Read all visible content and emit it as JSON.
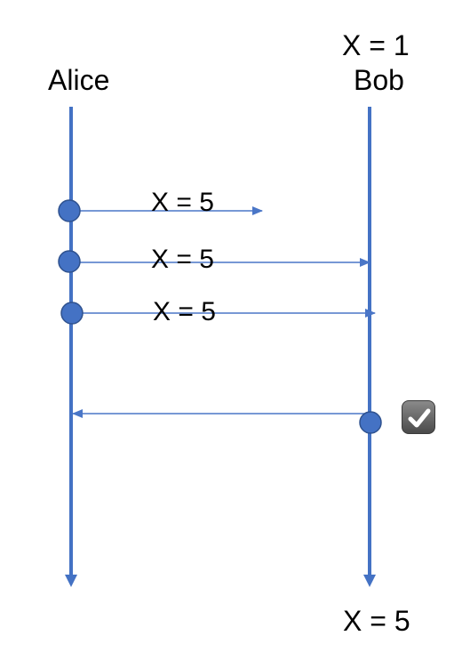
{
  "participants": {
    "alice": {
      "name": "Alice"
    },
    "bob": {
      "name": "Bob",
      "initial_state": "X = 1",
      "final_state": "X = 5"
    }
  },
  "messages": [
    {
      "label": "X = 5",
      "from": "Alice",
      "to": "Bob",
      "status": "dropped"
    },
    {
      "label": "X = 5",
      "from": "Alice",
      "to": "Bob",
      "status": "delivered"
    },
    {
      "label": "X = 5",
      "from": "Alice",
      "to": "Bob",
      "status": "delivered"
    },
    {
      "label": "",
      "from": "Bob",
      "to": "Alice",
      "status": "delivered",
      "kind": "ack"
    }
  ],
  "icons": {
    "ack": "checkmark-icon"
  },
  "colors": {
    "line": "#4472c4",
    "node": "#4472c4",
    "node_stroke": "#2f528f",
    "arrow": "#4a76c7"
  }
}
